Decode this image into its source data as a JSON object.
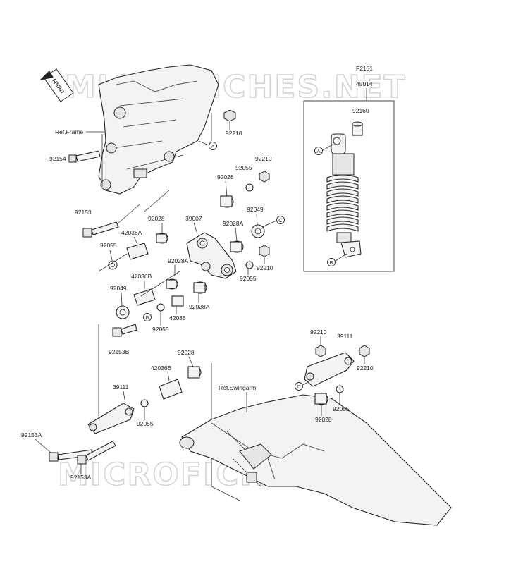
{
  "figure_code": "F2151",
  "watermark": "MICROFICHES.NET",
  "front_arrow_label": "FRONT",
  "references": {
    "frame": "Ref.Frame",
    "swingarm": "Ref.Swingarm"
  },
  "callout_letters": [
    "A",
    "B",
    "C"
  ],
  "part_labels": {
    "shock_assembly": "45014",
    "shock_collar": "92160",
    "nut_top_1": "92210",
    "nut_top_2": "92210",
    "bolt_frame_upper": "92154",
    "bolt_frame_lower": "92153",
    "washer_right_1": "92055",
    "collar_right_1": "92028",
    "collar_left_1": "92028",
    "rocker_arm": "39007",
    "seal_right_1": "92049",
    "collar_right_a": "92028A",
    "sleeve_left_a": "42036A",
    "washer_left_1": "92055",
    "collar_left_a": "92028A",
    "nut_right_2": "92210",
    "washer_right_2": "92055",
    "sleeve_left_b": "42036B",
    "seal_left": "92049",
    "collar_center_a": "92028A",
    "sleeve_center": "42036",
    "washer_center": "92055",
    "bolt_b": "92153B",
    "collar_lower": "92028",
    "sleeve_lower_b": "42036B",
    "tie_rod_left": "39111",
    "washer_lower": "92055",
    "bolt_a_1": "92153A",
    "bolt_a_2": "92153A",
    "nut_lower_right_1": "92210",
    "tie_rod_right": "39111",
    "nut_lower_right_2": "92210",
    "washer_lower_right": "92055",
    "collar_lower_right": "92028"
  }
}
